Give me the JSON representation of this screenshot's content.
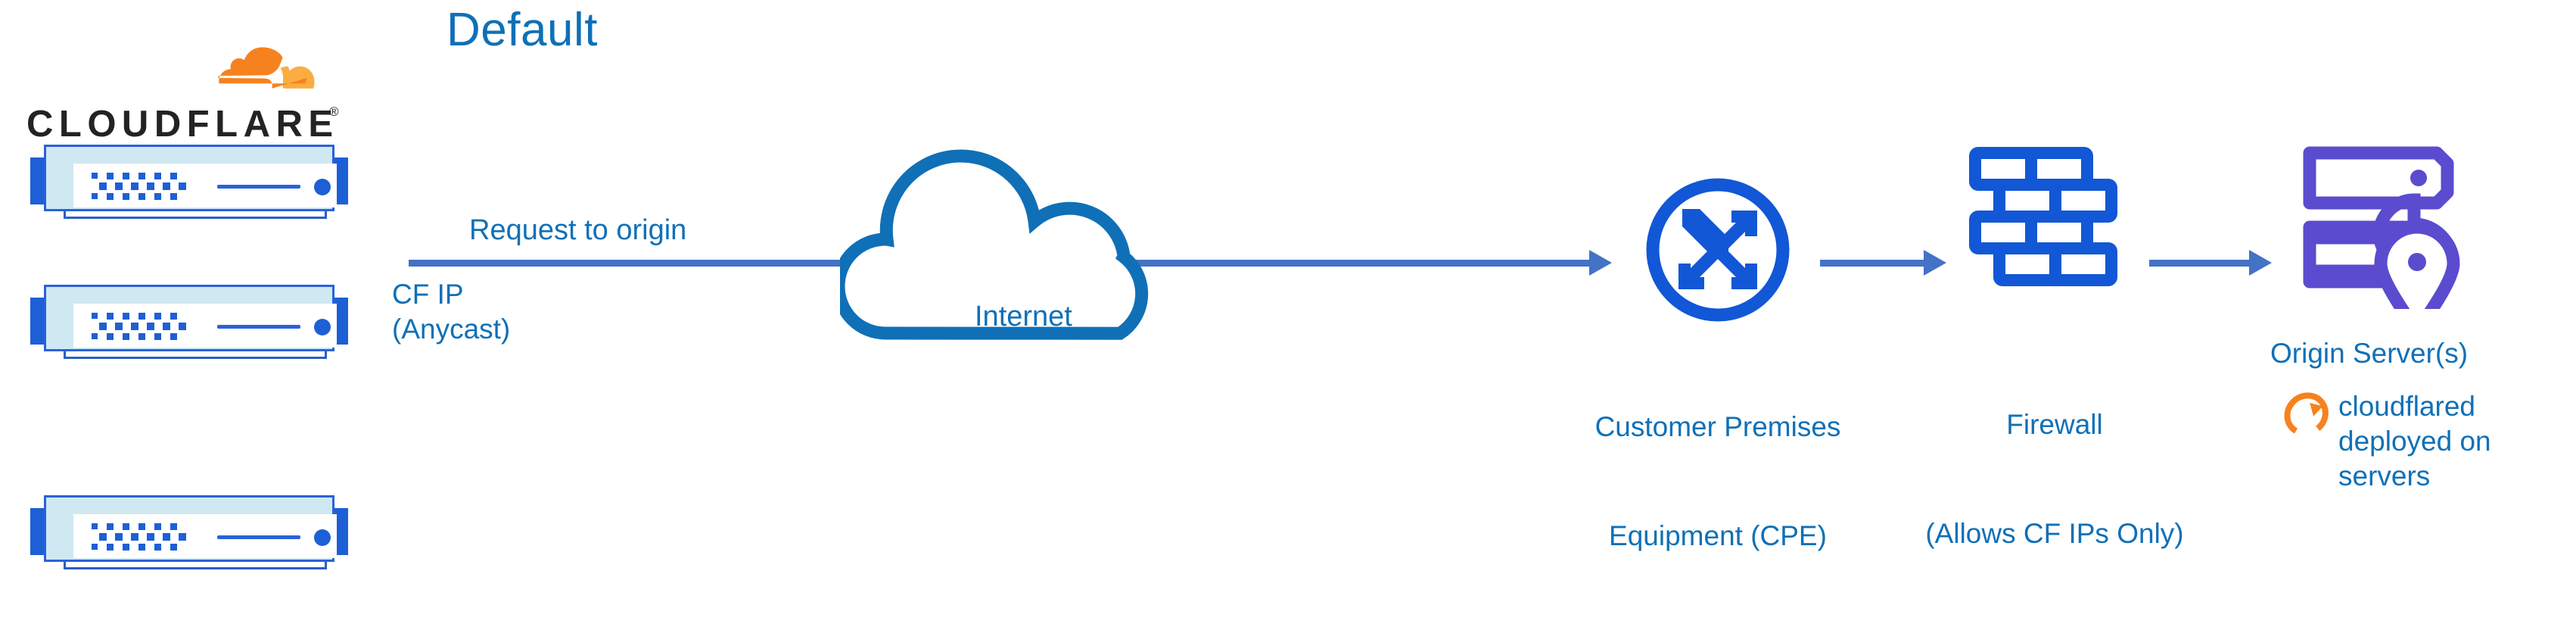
{
  "diagram": {
    "title": "Default",
    "brand": {
      "wordmark": "CLOUDFLARE",
      "registered": "®",
      "logo_icon": "cloudflare-cloud-icon",
      "logo_color_primary": "#f6821f",
      "logo_color_secondary": "#fbad41",
      "wordmark_color": "#232323"
    },
    "colors": {
      "text_blue": "#0f70b7",
      "arrow_blue": "#4472c4",
      "node_blue": "#1257d6",
      "cloud_blue": "#0f70b7",
      "origin_purple": "#5b4bce",
      "server_fill": "#cfe8f2",
      "orange": "#f6821f",
      "background": "#ffffff"
    },
    "edge_servers": {
      "name": "cloudflare-edge-servers",
      "count": 3,
      "icon": "rack-server-icon"
    },
    "flow_labels": {
      "request_to_origin": "Request to origin",
      "cf_ip_line1": "CF IP",
      "cf_ip_line2": "(Anycast)"
    },
    "nodes": [
      {
        "id": "internet",
        "icon": "cloud-icon",
        "label": "Internet",
        "label_lines": [
          "Internet"
        ],
        "color": "#0f70b7"
      },
      {
        "id": "cpe",
        "icon": "router-four-arrows-icon",
        "label": "Customer Premises Equipment (CPE)",
        "label_lines": [
          "Customer Premises",
          "Equipment (CPE)"
        ],
        "color": "#1257d6"
      },
      {
        "id": "firewall",
        "icon": "brick-wall-icon",
        "label": "Firewall (Allows CF IPs Only)",
        "label_lines": [
          "Firewall",
          "(Allows CF IPs Only)"
        ],
        "color": "#1257d6"
      },
      {
        "id": "origin",
        "icon": "server-stack-location-pin-icon",
        "label": "Origin Server(s)",
        "label_lines": [
          "Origin Server(s)"
        ],
        "color": "#5b4bce"
      }
    ],
    "annotation": {
      "icon": "refresh-sync-icon",
      "icon_color": "#f6821f",
      "lines": [
        "cloudflared",
        "deployed on",
        "servers"
      ],
      "text": "cloudflared deployed on servers"
    },
    "arrows": [
      {
        "id": "edge-to-cpe",
        "from": "cloudflare-edge-servers",
        "to": "cpe",
        "label": "Request to origin"
      },
      {
        "id": "cpe-to-firewall",
        "from": "cpe",
        "to": "firewall",
        "label": ""
      },
      {
        "id": "firewall-to-origin",
        "from": "firewall",
        "to": "origin",
        "label": ""
      }
    ]
  }
}
